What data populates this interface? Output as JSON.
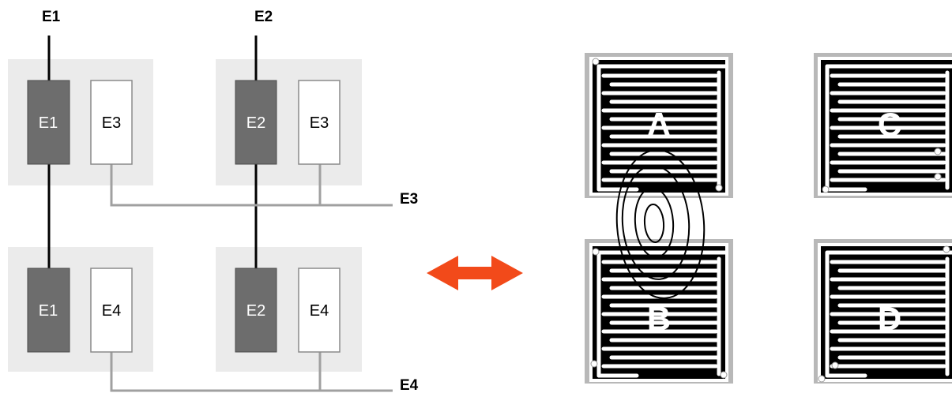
{
  "left_diagram": {
    "top_labels": [
      "E1",
      "E2"
    ],
    "right_labels": [
      "E3",
      "E4"
    ],
    "cells": [
      {
        "dark_label": "E1",
        "light_label": "E3"
      },
      {
        "dark_label": "E2",
        "light_label": "E3"
      },
      {
        "dark_label": "E1",
        "light_label": "E4"
      },
      {
        "dark_label": "E2",
        "light_label": "E4"
      }
    ]
  },
  "right_diagram": {
    "quadrant_labels": [
      "A",
      "C",
      "B",
      "D"
    ]
  },
  "colors": {
    "cell_bg": "#ebebeb",
    "dark_box": "#6d6d6d",
    "arrow": "#f24a1a",
    "wire_dark": "#000000",
    "wire_gray": "#a0a0a0",
    "pad_border": "#b8b8b8"
  },
  "icons": {
    "arrow": "double-headed-arrow-icon",
    "spiral": "spiral-coil-icon"
  }
}
